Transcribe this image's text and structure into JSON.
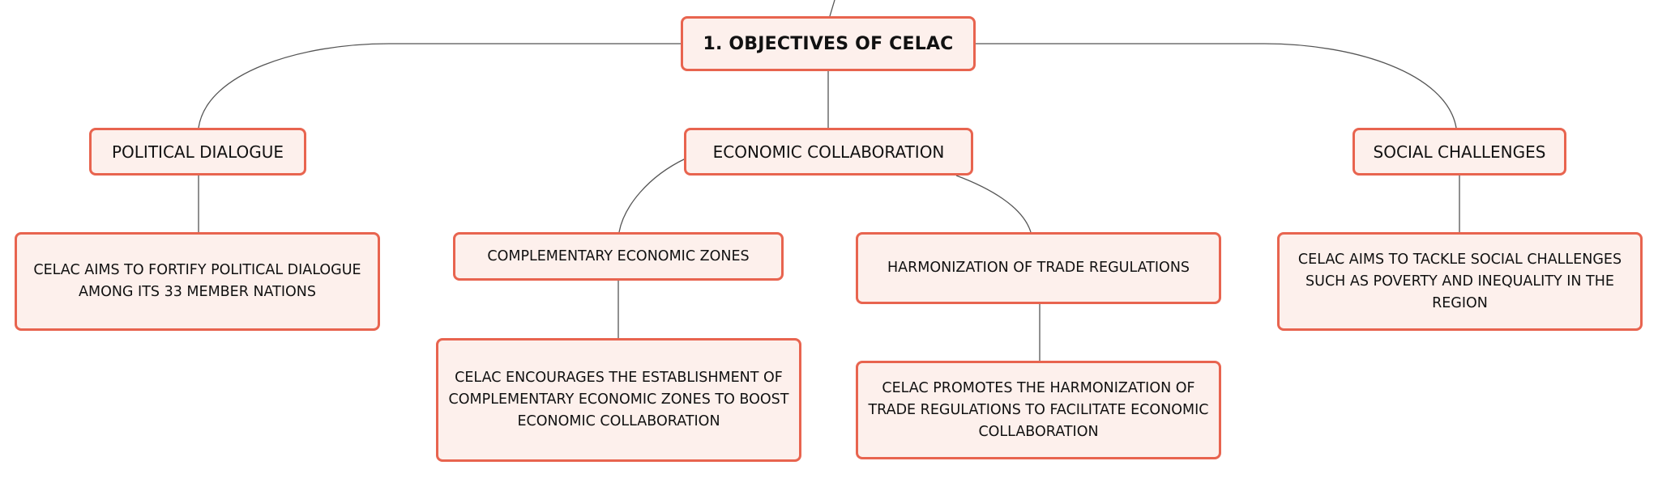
{
  "root": {
    "label": "1. OBJECTIVES OF CELAC"
  },
  "branches": {
    "political": {
      "label": "POLITICAL DIALOGUE",
      "detail": "CELAC AIMS TO FORTIFY POLITICAL DIALOGUE AMONG ITS 33 MEMBER NATIONS"
    },
    "economic": {
      "label": "ECONOMIC COLLABORATION",
      "children": {
        "zones": {
          "label": "COMPLEMENTARY ECONOMIC ZONES",
          "detail": "CELAC ENCOURAGES THE ESTABLISHMENT OF COMPLEMENTARY ECONOMIC ZONES TO BOOST ECONOMIC COLLABORATION"
        },
        "trade": {
          "label": "HARMONIZATION OF TRADE REGULATIONS",
          "detail": "CELAC PROMOTES THE HARMONIZATION OF TRADE REGULATIONS TO FACILITATE ECONOMIC COLLABORATION"
        }
      }
    },
    "social": {
      "label": "SOCIAL CHALLENGES",
      "detail": "CELAC AIMS TO TACKLE SOCIAL CHALLENGES SUCH AS POVERTY AND INEQUALITY IN THE REGION"
    }
  }
}
